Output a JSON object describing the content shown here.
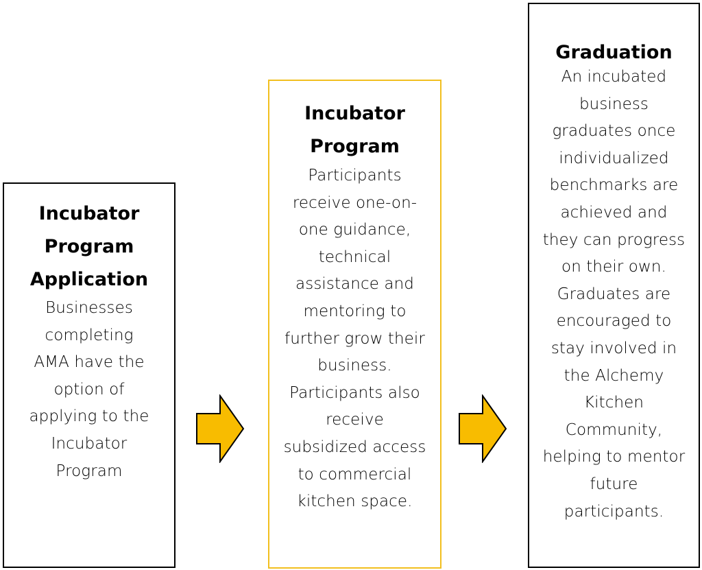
{
  "steps": [
    {
      "title_lines": [
        "Incubator",
        "Program",
        "Application"
      ],
      "body_lines": [
        "Businesses",
        "completing",
        "AMA have the",
        "option of",
        "applying to the",
        "Incubator",
        "Program"
      ]
    },
    {
      "title_lines": [
        "Incubator",
        "Program"
      ],
      "body_lines": [
        "Participants",
        "receive one-on-",
        "one guidance,",
        "technical",
        "assistance and",
        "mentoring to",
        "further grow their",
        "business.",
        "Participants also",
        "receive",
        "subsidized access",
        "to commercial",
        "kitchen space."
      ]
    },
    {
      "title_lines": [
        "Graduation"
      ],
      "body_lines": [
        "An incubated",
        "business",
        "graduates once",
        "individualized",
        "benchmarks are",
        "achieved and",
        "they can progress",
        "on their own.",
        "Graduates are",
        "encouraged to",
        "stay involved in",
        "the Alchemy",
        "Kitchen",
        "Community,",
        "helping to mentor",
        "future",
        "participants."
      ]
    }
  ],
  "colors": {
    "arrow_fill": "#f8bc00",
    "arrow_stroke": "#000000",
    "box_border_dark": "#000000",
    "box_border_accent": "#f2bf1e"
  }
}
